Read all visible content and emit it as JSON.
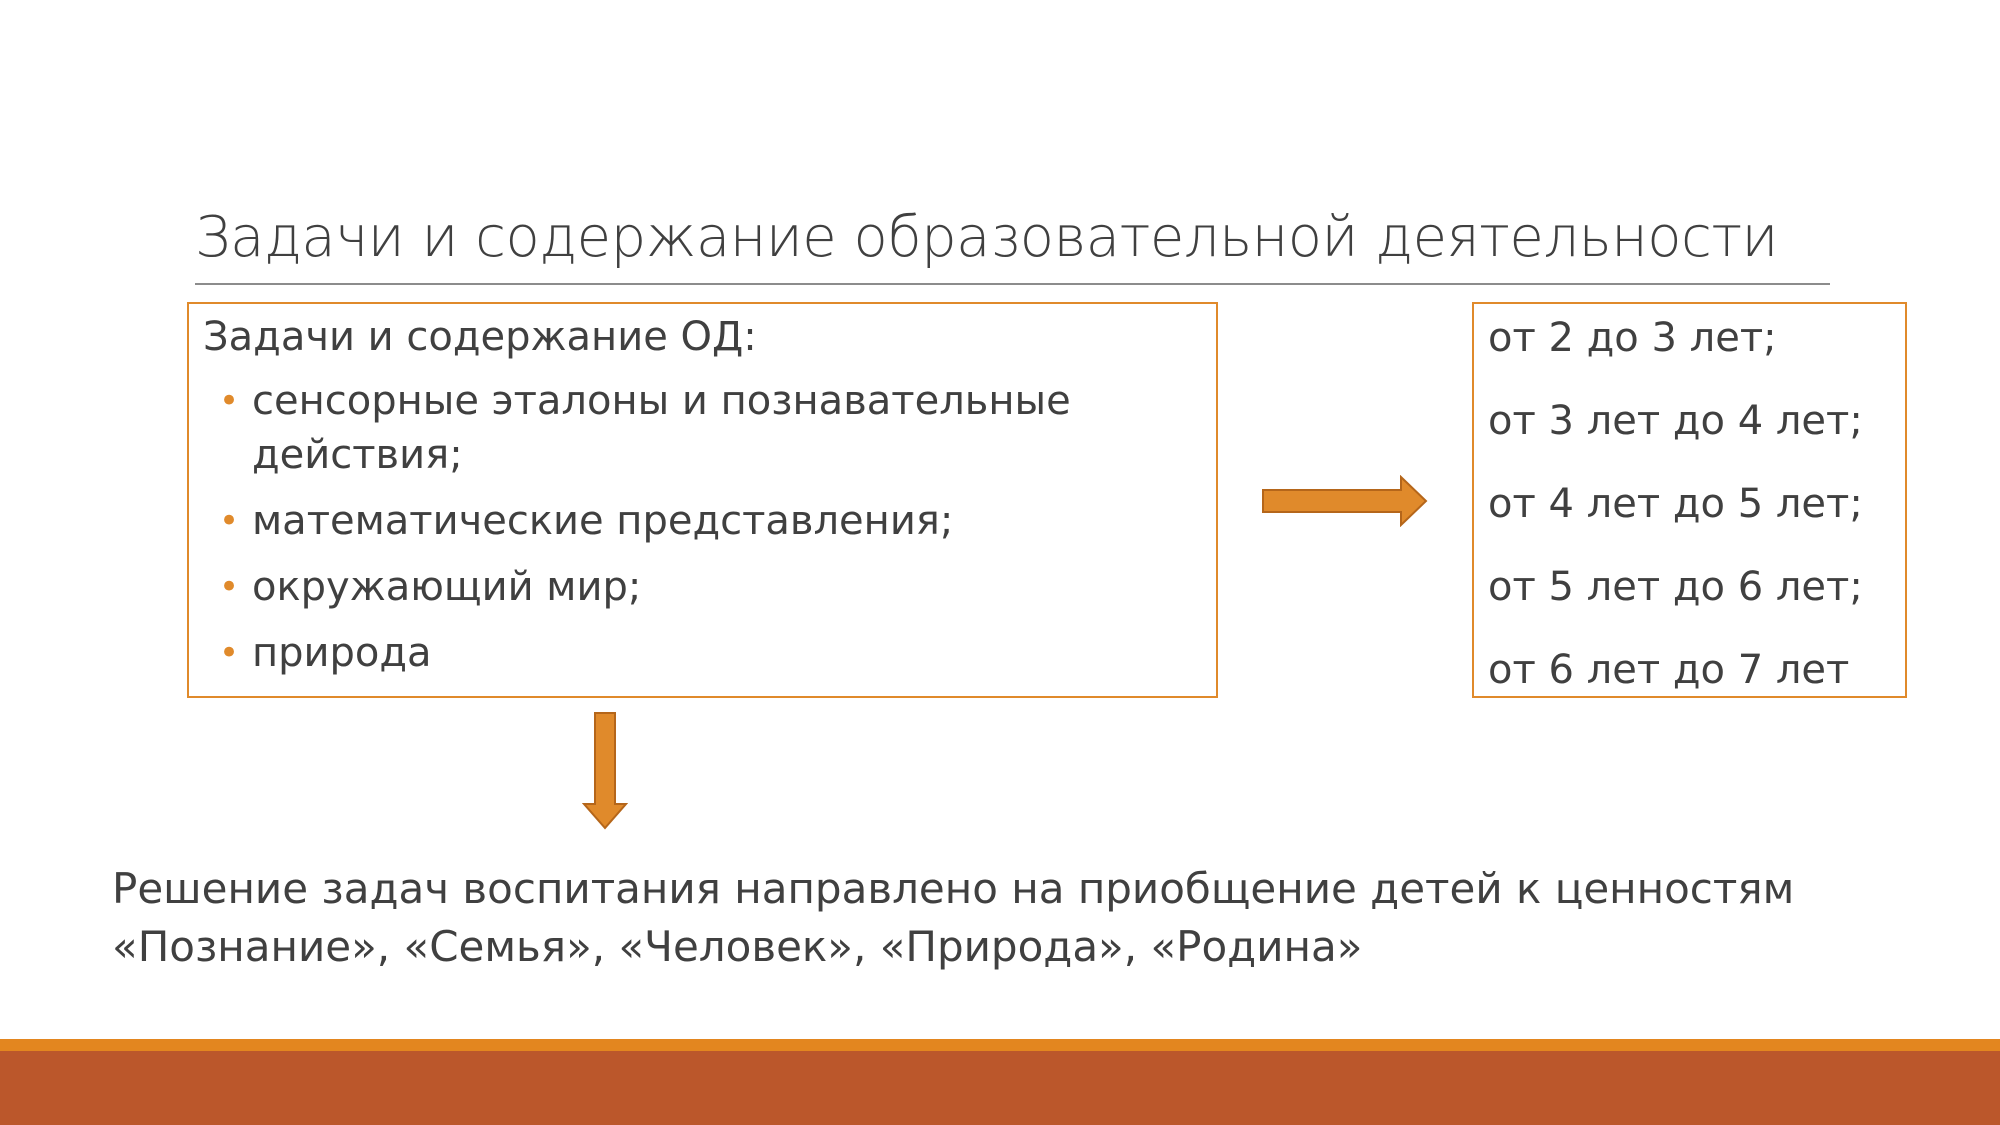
{
  "slide": {
    "title": "Задачи и содержание образовательной деятельности",
    "left_box": {
      "heading": "Задачи и содержание ОД:",
      "items": [
        "сенсорные эталоны и познавательные действия;",
        "математические представления;",
        "окружающий мир;",
        "природа"
      ]
    },
    "right_box": {
      "items": [
        "от 2 до 3 лет;",
        "от 3 лет до 4 лет;",
        "от 4 лет до 5 лет;",
        "от 5 лет до 6 лет;",
        "от 6 лет до 7 лет"
      ]
    },
    "conclusion": {
      "line1": "Решение задач воспитания направлено на приобщение детей к ценностям",
      "line2": "«Познание», «Семья», «Человек», «Природа», «Родина»"
    },
    "colors": {
      "accent": "#e08a2b",
      "band_light": "#e3861f",
      "band_dark": "#bb572b",
      "text": "#404040"
    },
    "icons": {
      "right_arrow": "arrow-right-icon",
      "down_arrow": "arrow-down-icon",
      "bullet": "bullet-dot-icon"
    }
  }
}
